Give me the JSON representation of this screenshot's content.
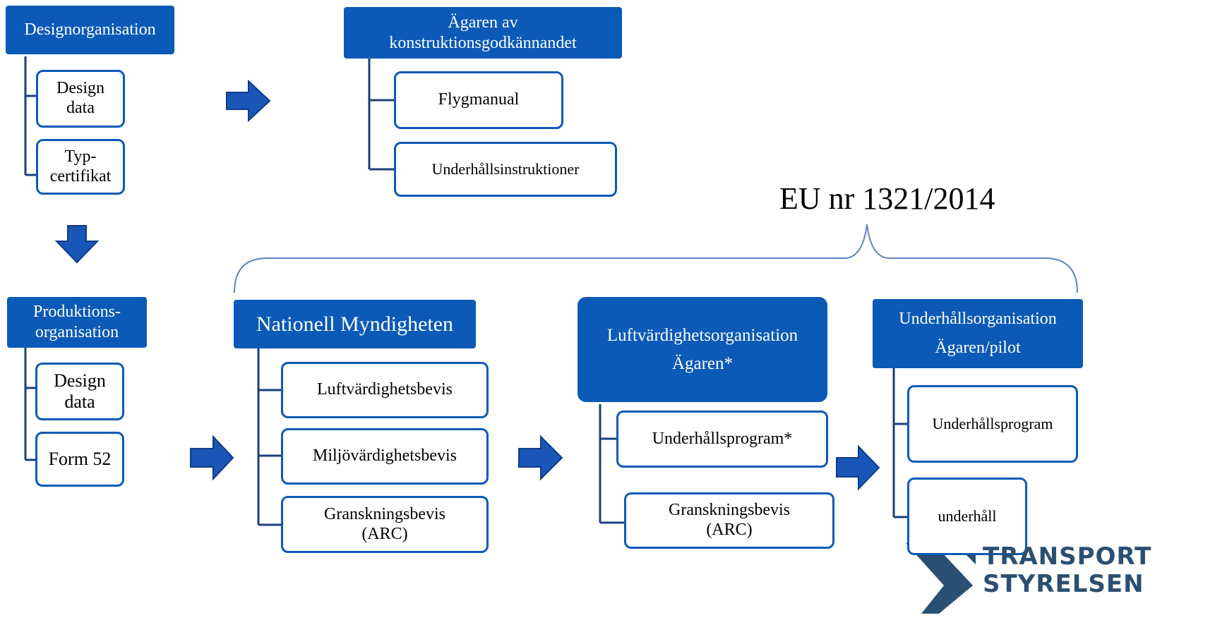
{
  "design_org": {
    "title": "Designorganisation",
    "items": [
      "Design\ndata",
      "Typ-\ncertifikat"
    ]
  },
  "tc_owner": {
    "title": "Ägaren av\nkonstruktionsgodkännandet",
    "items": [
      "Flygmanual",
      "Underhållsinstruktioner"
    ]
  },
  "production_org": {
    "title": "Produktions-\norganisation",
    "items": [
      "Design\ndata",
      "Form 52"
    ]
  },
  "regulation_label": "EU nr 1321/2014",
  "national_authority": {
    "title": "Nationell Myndigheten",
    "items": [
      "Luftvärdighetsbevis",
      "Miljövärdighetsbevis",
      "Granskningsbevis\n(ARC)"
    ]
  },
  "airworthiness_org": {
    "title": "Luftvärdighetsorganisation\nÄgaren*",
    "items": [
      "Underhållsprogram*",
      "Granskningsbevis\n(ARC)"
    ]
  },
  "maintenance_org": {
    "title": "Underhållsorganisation\nÄgaren/pilot",
    "items": [
      "Underhållsprogram",
      "underhåll"
    ]
  },
  "logo": {
    "line1": "TRANSPORT",
    "line2": "STYRELSEN"
  },
  "colors": {
    "accent": "#0b5ab7",
    "arrow": "#1a56b8",
    "bracket": "#5b86c3",
    "logo": "#2b4f72"
  }
}
